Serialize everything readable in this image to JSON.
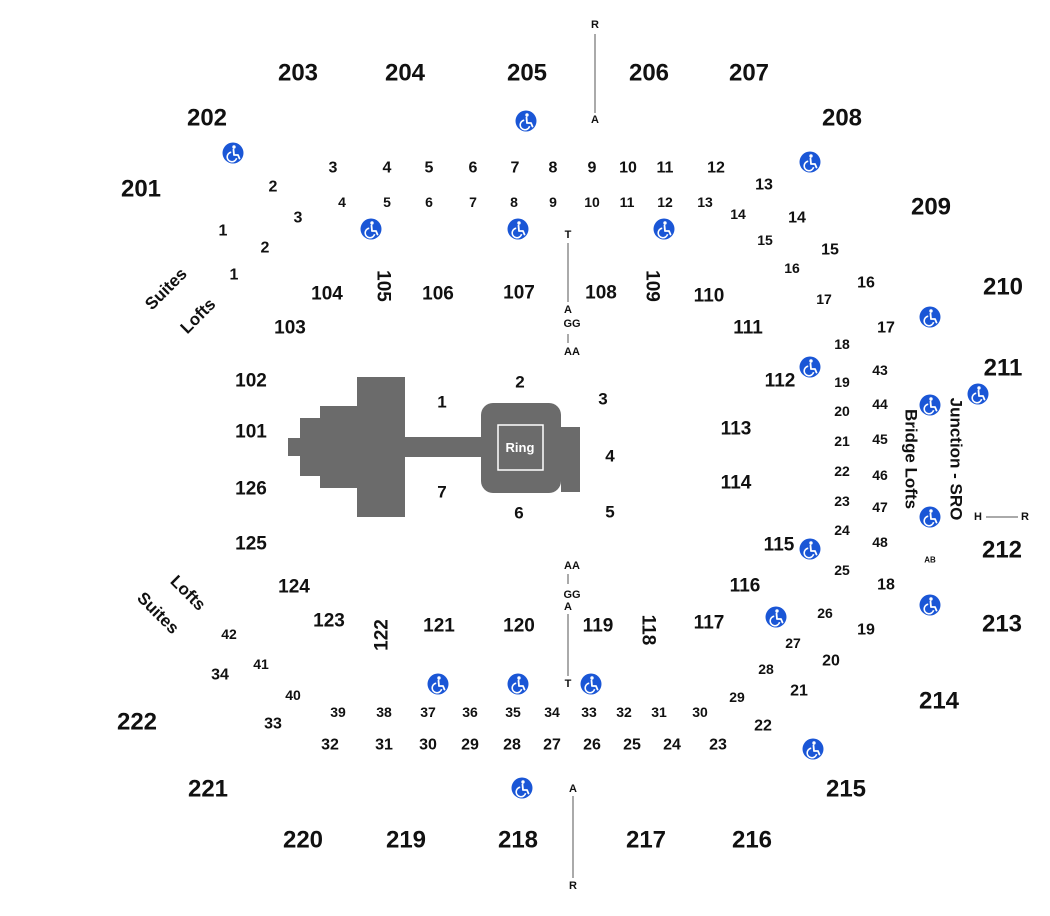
{
  "colors": {
    "stage": "#6b6b6b",
    "accessible": "#1a56d6",
    "text": "#111111",
    "line": "#555555"
  },
  "stage": {
    "ring_label": "Ring",
    "floor_sections": [
      "1",
      "2",
      "3",
      "4",
      "5",
      "6",
      "7"
    ]
  },
  "upper_sections": [
    "201",
    "202",
    "203",
    "204",
    "205",
    "206",
    "207",
    "208",
    "209",
    "210",
    "211",
    "212",
    "213",
    "214",
    "215",
    "216",
    "217",
    "218",
    "219",
    "220",
    "221",
    "222"
  ],
  "lower_sections": [
    "101",
    "102",
    "103",
    "104",
    "105",
    "106",
    "107",
    "108",
    "109",
    "110",
    "111",
    "112",
    "113",
    "114",
    "115",
    "116",
    "117",
    "118",
    "119",
    "120",
    "121",
    "122",
    "123",
    "124",
    "125",
    "126"
  ],
  "loge_boxes": [
    "1",
    "2",
    "3",
    "4",
    "5",
    "6",
    "7",
    "8",
    "9",
    "10",
    "11",
    "12",
    "13",
    "14",
    "15",
    "16",
    "17",
    "18",
    "19",
    "20",
    "21",
    "22",
    "23",
    "24",
    "25",
    "26",
    "27",
    "28",
    "29",
    "30",
    "31",
    "32",
    "33",
    "34",
    "35",
    "36",
    "37",
    "38",
    "39",
    "40",
    "41",
    "42",
    "43",
    "44",
    "45",
    "46",
    "47",
    "48"
  ],
  "named_areas": {
    "suites": "Suites",
    "lofts": "Lofts",
    "junction": "Junction - SRO",
    "bridge_lofts": "Bridge Lofts"
  },
  "row_markers": [
    "R",
    "A",
    "T",
    "A",
    "GG",
    "AA",
    "AA",
    "GG",
    "A",
    "T",
    "A",
    "R",
    "H",
    "R",
    "AB"
  ],
  "icon": "wheelchair-accessible-icon"
}
